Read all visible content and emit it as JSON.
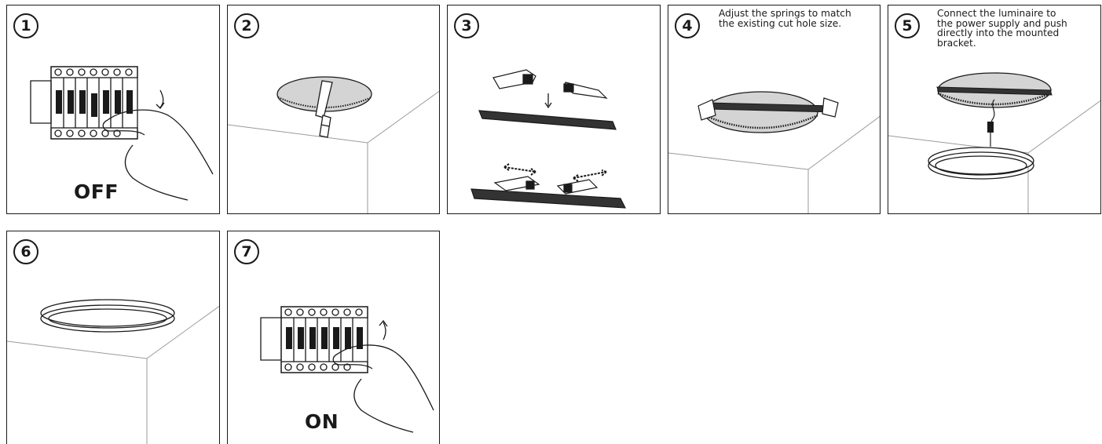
{
  "steps": [
    {
      "number": "1",
      "label": "OFF"
    },
    {
      "number": "2"
    },
    {
      "number": "3"
    },
    {
      "number": "4",
      "caption": "Adjust the springs to match\nthe existing cut hole size."
    },
    {
      "number": "5",
      "caption": "Connect the luminaire to\nthe power supply and push\ndirectly into the mounted\nbracket."
    },
    {
      "number": "6"
    },
    {
      "number": "7",
      "label": "ON"
    }
  ],
  "colors": {
    "line": "#1a1a1a",
    "wall": "#9a9a9a",
    "disc": "#d4d4d4"
  }
}
